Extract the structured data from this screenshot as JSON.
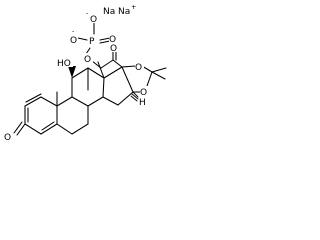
{
  "structure": {
    "counterions": {
      "sodium_1": "Na",
      "sodium_2": "Na",
      "plus": "+"
    },
    "phosphate": {
      "oxygen_minus_left": "O",
      "minus_left": "-",
      "oxygen_minus_right": "O",
      "minus_right": "-",
      "phosphorus": "P",
      "oxygen_double": "O",
      "oxygen_ester": "O"
    },
    "side_chain": {
      "ketone_oxygen": "O"
    },
    "acetonide": {
      "oxygen_top": "O",
      "oxygen_bottom": "O"
    },
    "steroid_core": {
      "hydroxyl": "HO",
      "hydrogen_label": "H",
      "ketone_oxygen": "O"
    }
  }
}
